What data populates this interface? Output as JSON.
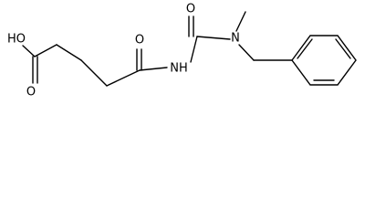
{
  "atoms": {
    "ho": "HO",
    "o_acid": "O",
    "o_amide": "O",
    "nh": "NH",
    "o_urea": "O",
    "n_methyl": "N"
  },
  "colors": {
    "bond": "#000000",
    "text": "#000000",
    "background": "#ffffff"
  }
}
